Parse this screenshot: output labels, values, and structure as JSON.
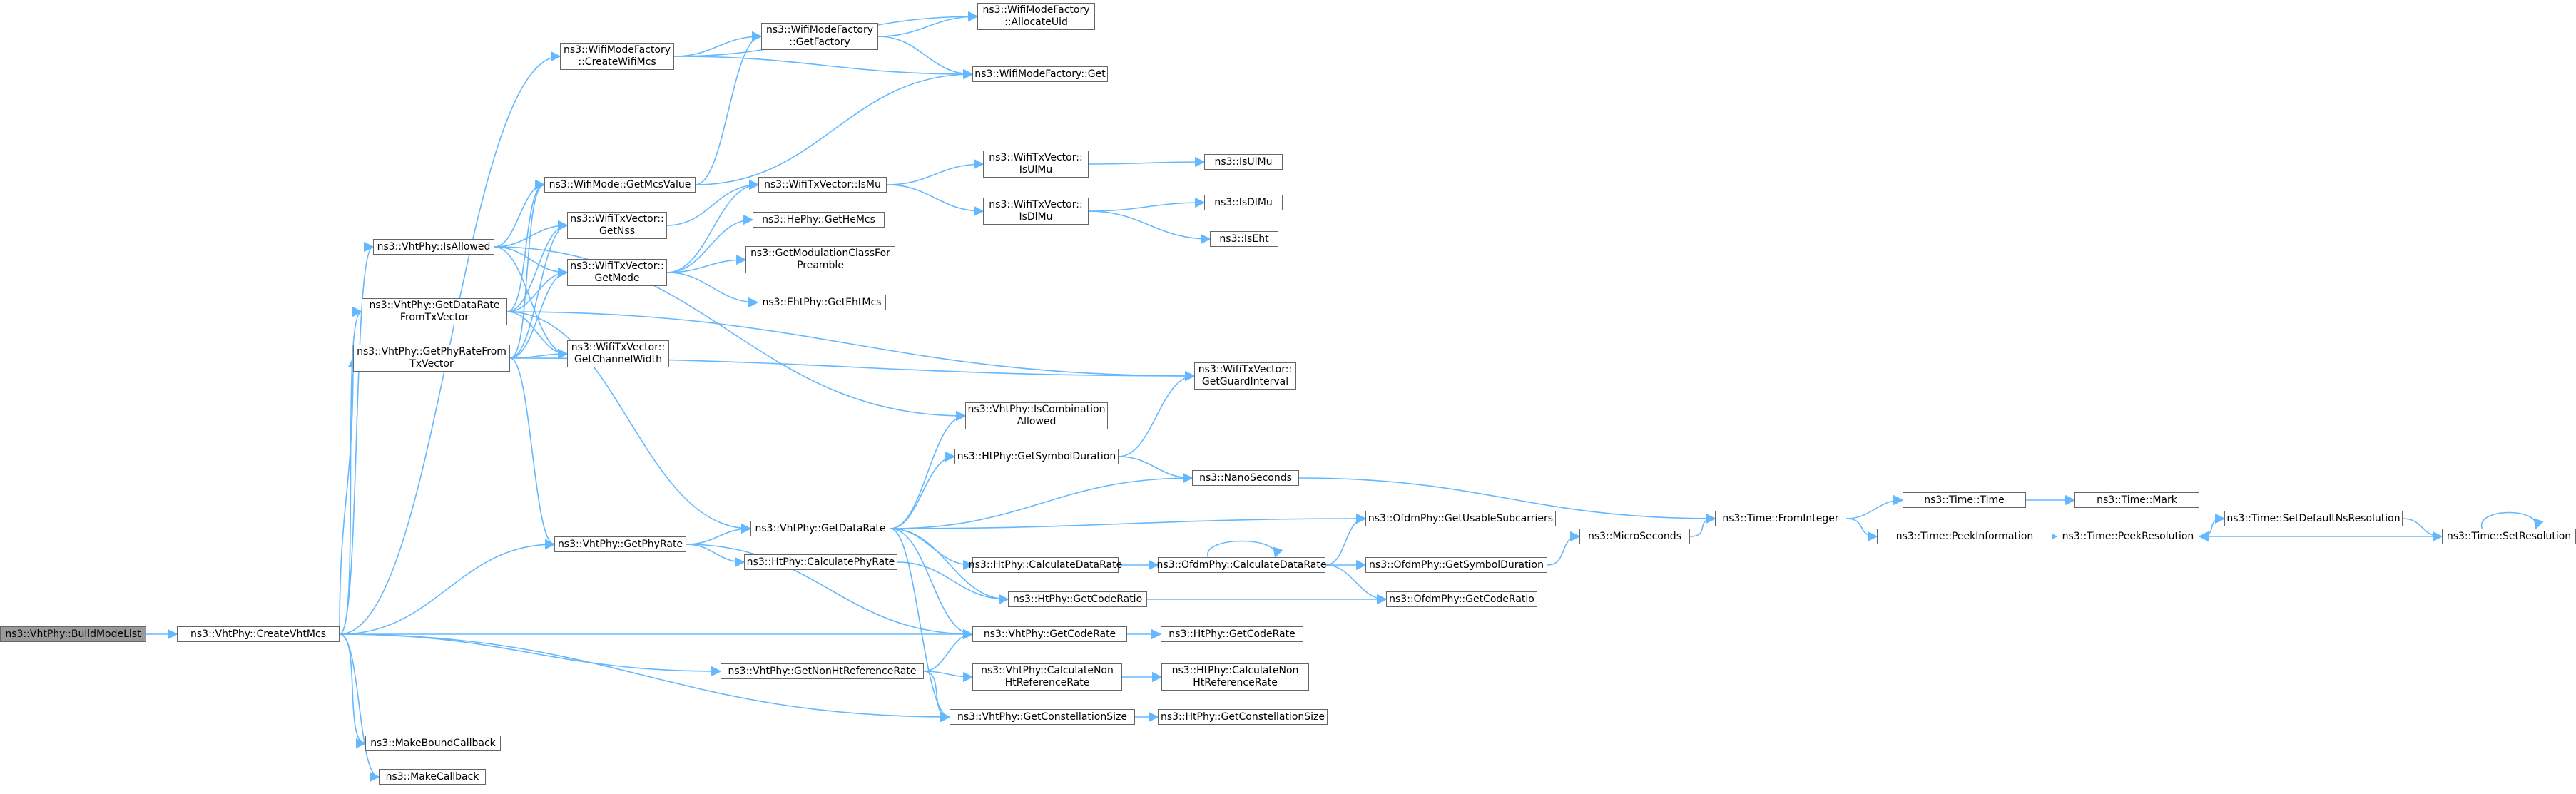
{
  "colors": {
    "edge": "#63b8ff",
    "node_border": "#666666",
    "node_fill": "#ffffff",
    "root_fill": "#999999",
    "text": "#000000"
  },
  "nodes": [
    {
      "id": "build",
      "lines": [
        "ns3::VhtPhy::BuildModeList"
      ],
      "root": true
    },
    {
      "id": "create",
      "lines": [
        "ns3::VhtPhy::CreateVhtMcs"
      ]
    },
    {
      "id": "createwifimcs",
      "lines": [
        "ns3::WifiModeFactory",
        "::CreateWifiMcs"
      ]
    },
    {
      "id": "allocateuid",
      "lines": [
        "ns3::WifiModeFactory",
        "::AllocateUid"
      ]
    },
    {
      "id": "getfactory",
      "lines": [
        "ns3::WifiModeFactory",
        "::GetFactory"
      ]
    },
    {
      "id": "factoryget",
      "lines": [
        "ns3::WifiModeFactory::Get"
      ]
    },
    {
      "id": "isallowed",
      "lines": [
        "ns3::VhtPhy::IsAllowed"
      ]
    },
    {
      "id": "getmcsvalue",
      "lines": [
        "ns3::WifiMode::GetMcsValue"
      ]
    },
    {
      "id": "getnss",
      "lines": [
        "ns3::WifiTxVector::",
        "GetNss"
      ]
    },
    {
      "id": "getmode",
      "lines": [
        "ns3::WifiTxVector::",
        "GetMode"
      ]
    },
    {
      "id": "getdataratefromtx",
      "lines": [
        "ns3::VhtPhy::GetDataRate",
        "FromTxVector"
      ]
    },
    {
      "id": "getphyratefromtx",
      "lines": [
        "ns3::VhtPhy::GetPhyRateFrom",
        "TxVector"
      ]
    },
    {
      "id": "getchannelwidth",
      "lines": [
        "ns3::WifiTxVector::",
        "GetChannelWidth"
      ]
    },
    {
      "id": "ismu",
      "lines": [
        "ns3::WifiTxVector::IsMu"
      ]
    },
    {
      "id": "getehemcs",
      "lines": [
        "ns3::HePhy::GetHeMcs"
      ]
    },
    {
      "id": "getmodclass",
      "lines": [
        "ns3::GetModulationClassFor",
        "Preamble"
      ]
    },
    {
      "id": "getehtmcs",
      "lines": [
        "ns3::EhtPhy::GetEhtMcs"
      ]
    },
    {
      "id": "txisulmu",
      "lines": [
        "ns3::WifiTxVector::",
        "IsUlMu"
      ]
    },
    {
      "id": "txisdlmu",
      "lines": [
        "ns3::WifiTxVector::",
        "IsDlMu"
      ]
    },
    {
      "id": "isulmu",
      "lines": [
        "ns3::IsUlMu"
      ]
    },
    {
      "id": "isdlmu",
      "lines": [
        "ns3::IsDlMu"
      ]
    },
    {
      "id": "iseht",
      "lines": [
        "ns3::IsEht"
      ]
    },
    {
      "id": "getguard",
      "lines": [
        "ns3::WifiTxVector::",
        "GetGuardInterval"
      ]
    },
    {
      "id": "iscombination",
      "lines": [
        "ns3::VhtPhy::IsCombination",
        "Allowed"
      ]
    },
    {
      "id": "getsymboldur",
      "lines": [
        "ns3::HtPhy::GetSymbolDuration"
      ]
    },
    {
      "id": "nanoseconds",
      "lines": [
        "ns3::NanoSeconds"
      ]
    },
    {
      "id": "getdatarate",
      "lines": [
        "ns3::VhtPhy::GetDataRate"
      ]
    },
    {
      "id": "getphyrate",
      "lines": [
        "ns3::VhtPhy::GetPhyRate"
      ]
    },
    {
      "id": "calcphyrate",
      "lines": [
        "ns3::HtPhy::CalculatePhyRate"
      ]
    },
    {
      "id": "calcdatarate",
      "lines": [
        "ns3::HtPhy::CalculateDataRate"
      ]
    },
    {
      "id": "ofdmcalcdatarate",
      "lines": [
        "ns3::OfdmPhy::CalculateDataRate"
      ]
    },
    {
      "id": "htgetcoderatio",
      "lines": [
        "ns3::HtPhy::GetCodeRatio"
      ]
    },
    {
      "id": "ofdmusable",
      "lines": [
        "ns3::OfdmPhy::GetUsableSubcarriers"
      ]
    },
    {
      "id": "ofdmsymdur",
      "lines": [
        "ns3::OfdmPhy::GetSymbolDuration"
      ]
    },
    {
      "id": "ofdmcoderatio",
      "lines": [
        "ns3::OfdmPhy::GetCodeRatio"
      ]
    },
    {
      "id": "microseconds",
      "lines": [
        "ns3::MicroSeconds"
      ]
    },
    {
      "id": "frominteger",
      "lines": [
        "ns3::Time::FromInteger"
      ]
    },
    {
      "id": "timetime",
      "lines": [
        "ns3::Time::Time"
      ]
    },
    {
      "id": "timemark",
      "lines": [
        "ns3::Time::Mark"
      ]
    },
    {
      "id": "peekinfo",
      "lines": [
        "ns3::Time::PeekInformation"
      ]
    },
    {
      "id": "peekres",
      "lines": [
        "ns3::Time::PeekResolution"
      ]
    },
    {
      "id": "setdefaultns",
      "lines": [
        "ns3::Time::SetDefaultNsResolution"
      ]
    },
    {
      "id": "setres",
      "lines": [
        "ns3::Time::SetResolution"
      ]
    },
    {
      "id": "vhtgetcoderate",
      "lines": [
        "ns3::VhtPhy::GetCodeRate"
      ]
    },
    {
      "id": "htgetcoderate",
      "lines": [
        "ns3::HtPhy::GetCodeRate"
      ]
    },
    {
      "id": "getnonht",
      "lines": [
        "ns3::VhtPhy::GetNonHtReferenceRate"
      ]
    },
    {
      "id": "vhtcalcnonht",
      "lines": [
        "ns3::VhtPhy::CalculateNon",
        "HtReferenceRate"
      ]
    },
    {
      "id": "htcalcnonht",
      "lines": [
        "ns3::HtPhy::CalculateNon",
        "HtReferenceRate"
      ]
    },
    {
      "id": "vhtconst",
      "lines": [
        "ns3::VhtPhy::GetConstellationSize"
      ]
    },
    {
      "id": "htconst",
      "lines": [
        "ns3::HtPhy::GetConstellationSize"
      ]
    },
    {
      "id": "makebound",
      "lines": [
        "ns3::MakeBoundCallback"
      ]
    },
    {
      "id": "makecallback",
      "lines": [
        "ns3::MakeCallback"
      ]
    }
  ],
  "edges": [
    [
      "build",
      "create"
    ],
    [
      "create",
      "createwifimcs"
    ],
    [
      "create",
      "isallowed"
    ],
    [
      "create",
      "getdataratefromtx"
    ],
    [
      "create",
      "getphyratefromtx"
    ],
    [
      "create",
      "getphyrate"
    ],
    [
      "create",
      "vhtgetcoderate"
    ],
    [
      "create",
      "getnonht"
    ],
    [
      "create",
      "vhtconst"
    ],
    [
      "create",
      "makebound"
    ],
    [
      "create",
      "makecallback"
    ],
    [
      "createwifimcs",
      "allocateuid"
    ],
    [
      "createwifimcs",
      "getfactory"
    ],
    [
      "createwifimcs",
      "factoryget"
    ],
    [
      "getfactory",
      "allocateuid"
    ],
    [
      "getfactory",
      "factoryget"
    ],
    [
      "getmcsvalue",
      "getfactory"
    ],
    [
      "getmcsvalue",
      "factoryget"
    ],
    [
      "isallowed",
      "getmcsvalue"
    ],
    [
      "isallowed",
      "getnss"
    ],
    [
      "isallowed",
      "getmode"
    ],
    [
      "isallowed",
      "getchannelwidth"
    ],
    [
      "isallowed",
      "iscombination"
    ],
    [
      "getdataratefromtx",
      "getmcsvalue"
    ],
    [
      "getdataratefromtx",
      "getnss"
    ],
    [
      "getdataratefromtx",
      "getmode"
    ],
    [
      "getdataratefromtx",
      "getchannelwidth"
    ],
    [
      "getdataratefromtx",
      "getguard"
    ],
    [
      "getdataratefromtx",
      "getdatarate"
    ],
    [
      "getphyratefromtx",
      "getmcsvalue"
    ],
    [
      "getphyratefromtx",
      "getnss"
    ],
    [
      "getphyratefromtx",
      "getmode"
    ],
    [
      "getphyratefromtx",
      "getchannelwidth"
    ],
    [
      "getphyratefromtx",
      "getguard"
    ],
    [
      "getphyratefromtx",
      "getphyrate"
    ],
    [
      "getnss",
      "ismu"
    ],
    [
      "getmode",
      "ismu"
    ],
    [
      "getmode",
      "getehemcs"
    ],
    [
      "getmode",
      "getmodclass"
    ],
    [
      "getmode",
      "getehtmcs"
    ],
    [
      "ismu",
      "txisulmu"
    ],
    [
      "ismu",
      "txisdlmu"
    ],
    [
      "txisulmu",
      "isulmu"
    ],
    [
      "txisdlmu",
      "isdlmu"
    ],
    [
      "txisdlmu",
      "iseht"
    ],
    [
      "getphyrate",
      "getdatarate"
    ],
    [
      "getphyrate",
      "calcphyrate"
    ],
    [
      "getphyrate",
      "vhtgetcoderate"
    ],
    [
      "calcphyrate",
      "htgetcoderatio"
    ],
    [
      "getdatarate",
      "iscombination"
    ],
    [
      "getdatarate",
      "getsymboldur"
    ],
    [
      "getdatarate",
      "nanoseconds"
    ],
    [
      "getdatarate",
      "ofdmusable"
    ],
    [
      "getdatarate",
      "calcdatarate"
    ],
    [
      "getdatarate",
      "htgetcoderatio"
    ],
    [
      "getdatarate",
      "vhtgetcoderate"
    ],
    [
      "getdatarate",
      "vhtconst"
    ],
    [
      "getsymboldur",
      "getguard"
    ],
    [
      "getsymboldur",
      "nanoseconds"
    ],
    [
      "nanoseconds",
      "frominteger"
    ],
    [
      "calcdatarate",
      "ofdmcalcdatarate"
    ],
    [
      "ofdmcalcdatarate",
      "ofdmcalcdatarate"
    ],
    [
      "ofdmcalcdatarate",
      "ofdmusable"
    ],
    [
      "ofdmcalcdatarate",
      "ofdmsymdur"
    ],
    [
      "ofdmcalcdatarate",
      "ofdmcoderatio"
    ],
    [
      "ofdmsymdur",
      "microseconds"
    ],
    [
      "microseconds",
      "frominteger"
    ],
    [
      "frominteger",
      "timetime"
    ],
    [
      "frominteger",
      "peekinfo"
    ],
    [
      "timetime",
      "timemark"
    ],
    [
      "peekinfo",
      "peekres"
    ],
    [
      "peekres",
      "setdefaultns"
    ],
    [
      "setdefaultns",
      "setres"
    ],
    [
      "setres",
      "setres"
    ],
    [
      "setres",
      "peekres"
    ],
    [
      "htgetcoderatio",
      "ofdmcoderatio"
    ],
    [
      "vhtgetcoderate",
      "htgetcoderate"
    ],
    [
      "getnonht",
      "vhtcalcnonht"
    ],
    [
      "getnonht",
      "vhtconst"
    ],
    [
      "getnonht",
      "vhtgetcoderate"
    ],
    [
      "vhtcalcnonht",
      "htcalcnonht"
    ],
    [
      "vhtconst",
      "htconst"
    ]
  ]
}
